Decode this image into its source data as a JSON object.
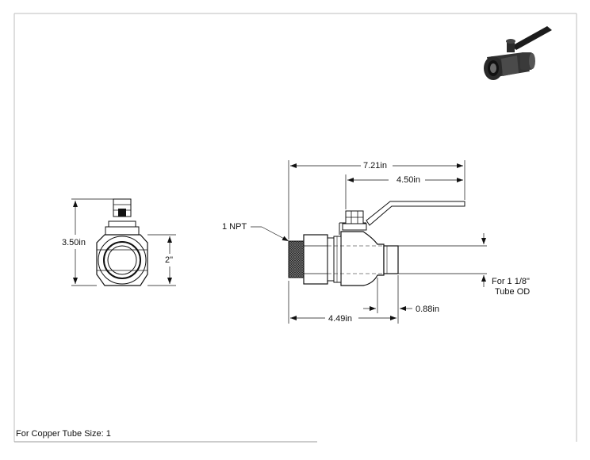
{
  "drawing": {
    "footer_note": "For Copper Tube Size: 1",
    "dimensions": {
      "overall_length": "7.21in",
      "handle_length": "4.50in",
      "overall_height": "3.50in",
      "body_width": "2\"",
      "body_length": "4.49in",
      "tube_end_length": "0.88in"
    },
    "callouts": {
      "thread": "1 NPT",
      "tube_od_line1": "For 1 1/8\"",
      "tube_od_line2": "Tube OD"
    },
    "colors": {
      "line": "#111111",
      "border": "#bdbdbd",
      "valve_dark": "#2b2b2b",
      "handle": "#1c1c1c"
    }
  }
}
